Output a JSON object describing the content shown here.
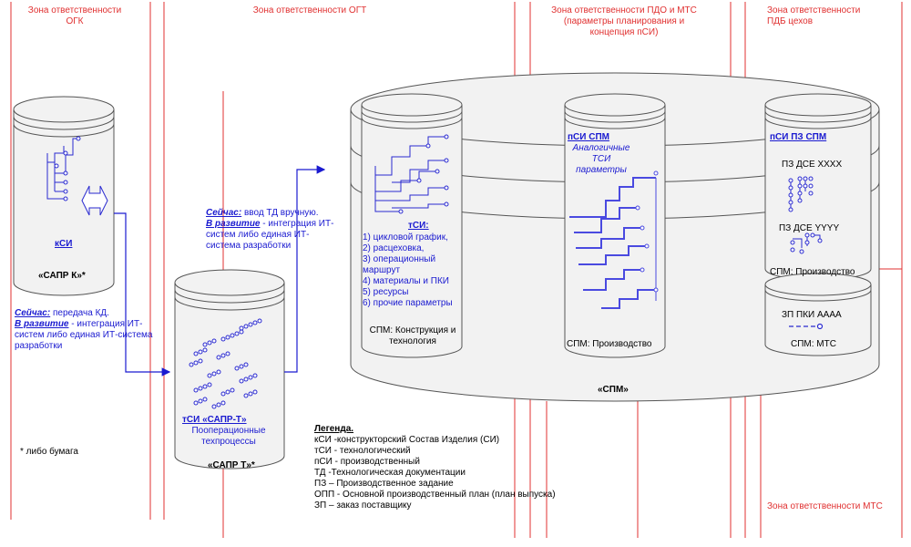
{
  "zones": {
    "ogk": "Зона ответственности ОГК",
    "ogt": "Зона ответственности ОГТ",
    "pdo": "Зона ответственности ПДО и МТС (параметры планирования и концепция пСИ)",
    "pdb": "Зона ответственности ПДБ цехов",
    "mts": "Зона ответственности МТС"
  },
  "sapr_k": {
    "link": "кСИ",
    "caption": "«САПР К»*"
  },
  "note1": {
    "now_label": "Сейчас:",
    "now_text": " передача КД.",
    "dev_label": "В развитие",
    "dev_text": " - интеграция ИТ-систем  либо единая ИТ-система разработки"
  },
  "footnote": "* либо бумага",
  "sapr_t": {
    "link": "тСИ «САПР-Т»",
    "desc": "Пооперационные техпроцессы",
    "caption": "«САПР Т»*"
  },
  "note2": {
    "now_label": "Сейчас:",
    "now_text": "  ввод ТД вручную.",
    "dev_label": "В развитие",
    "dev_text": "  - интеграция ИТ-систем  либо единая ИТ-система разработки"
  },
  "spm": {
    "caption": "«СПМ»",
    "tsi": {
      "title": "тСИ:",
      "items": [
        "1) цикловой график,",
        "2) расцеховка,",
        "3) операционный маршрут",
        "4) материалы и ПКИ",
        "5) ресурсы",
        "6) прочие параметры"
      ],
      "footer": "СПМ: Конструкция и технология"
    },
    "psi": {
      "title": "пСИ СПМ",
      "subtitle": "Аналогичные ТСИ параметры",
      "footer": "СПМ: Производство"
    },
    "psi_pz": {
      "title": "пСИ ПЗ СПМ",
      "item1": "ПЗ ДСЕ ХХХХ",
      "item2": "ПЗ ДСЕ YYYY",
      "footer": "СПМ: Производство"
    },
    "zp": {
      "title": "ЗП ПКИ АААА",
      "footer": "СПМ: МТС"
    }
  },
  "legend": {
    "title": "Легенда.",
    "lines": [
      "кСИ -конструкторский Состав Изделия (СИ)",
      "тСИ - технологический",
      "пСИ  - производственный",
      "ТД  -Технологическая документации",
      "ПЗ – Производственное задание",
      "ОПП - Основной производственный план (план выпуска)",
      "ЗП – заказ поставщику"
    ]
  },
  "colors": {
    "zone_line": "#e03030",
    "accent": "#1a1ad0",
    "drum_fill": "#f2f2f2",
    "drum_stroke": "#555555"
  }
}
